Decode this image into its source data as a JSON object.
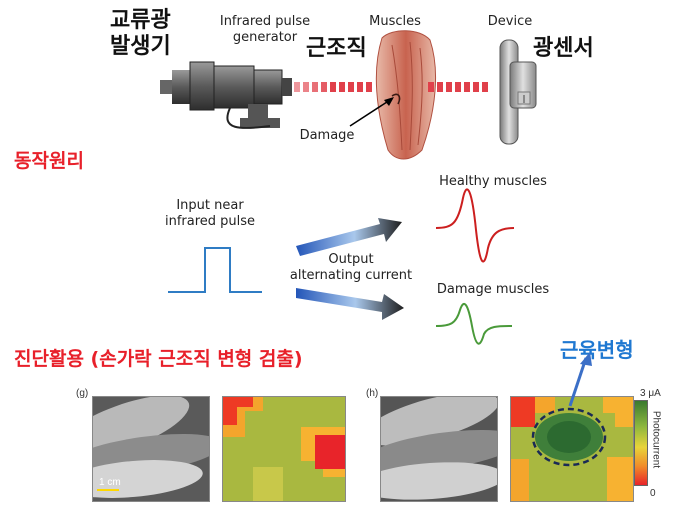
{
  "top": {
    "korean_generator": [
      "교류광",
      "발생기"
    ],
    "generator_label": [
      "Infrared pulse",
      "generator"
    ],
    "muscles_label": "Muscles",
    "korean_muscle": "근조직",
    "device_label": "Device",
    "korean_sensor": "광센서",
    "damage_label": "Damage"
  },
  "principle": {
    "heading": "동작원리",
    "input_label": [
      "Input near",
      "infrared pulse"
    ],
    "output_label": [
      "Output",
      "alternating current"
    ],
    "healthy_label": "Healthy muscles",
    "damage_label": "Damage muscles",
    "colors": {
      "healthy": "#cc1f1f",
      "damage": "#4a9a3a",
      "pulse": "#2f7cc4"
    }
  },
  "diagnosis": {
    "heading": "진단활용 (손가락 근조직 변형 검출)",
    "callout": "근육변형",
    "panel_g": "(g)",
    "panel_h": "(h)",
    "scale_bar": "1 cm",
    "colorbar_max": "3 μA",
    "colorbar_min": "0",
    "colorbar_title": "Photocurrent"
  }
}
